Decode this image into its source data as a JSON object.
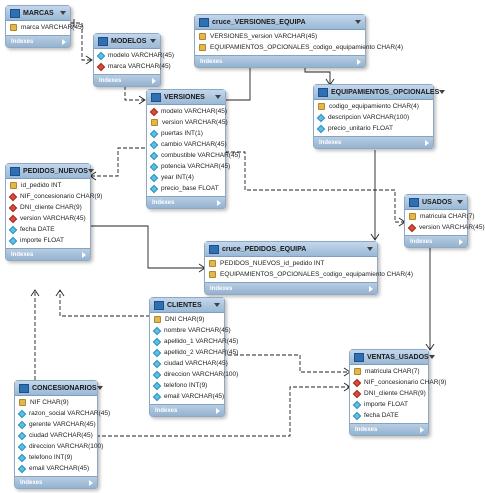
{
  "footer_label": "Indexes",
  "colors": {
    "header": "#a9c4e0",
    "key": "#e2b84a",
    "attribute": "#5dc0e6",
    "foreign_key": "#d94b3b",
    "line": "#222222"
  },
  "tables": [
    {
      "name": "MARCAS",
      "columns": [
        {
          "text": "marca VARCHAR(45)",
          "kind": "key"
        }
      ]
    },
    {
      "name": "MODELOS",
      "columns": [
        {
          "text": "modelo VARCHAR(45)",
          "kind": "attr"
        },
        {
          "text": "marca VARCHAR(45)",
          "kind": "fk"
        }
      ]
    },
    {
      "name": "cruce_VERSIONES_EQUIPA",
      "columns": [
        {
          "text": "VERSIONES_version VARCHAR(45)",
          "kind": "key"
        },
        {
          "text": "EQUIPAMIENTOS_OPCIONALES_codigo_equipamiento CHAR(4)",
          "kind": "key"
        }
      ]
    },
    {
      "name": "VERSIONES",
      "columns": [
        {
          "text": "modelo VARCHAR(45)",
          "kind": "fk"
        },
        {
          "text": "version VARCHAR(45)",
          "kind": "key"
        },
        {
          "text": "puertas INT(1)",
          "kind": "attr"
        },
        {
          "text": "cambio VARCHAR(45)",
          "kind": "attr"
        },
        {
          "text": "combustible VARCHAR(45)",
          "kind": "attr"
        },
        {
          "text": "potencia VARCHAR(45)",
          "kind": "attr"
        },
        {
          "text": "year INT(4)",
          "kind": "attr"
        },
        {
          "text": "precio_base FLOAT",
          "kind": "attr"
        }
      ]
    },
    {
      "name": "EQUIPAMIENTOS_OPCIONALES",
      "columns": [
        {
          "text": "codigo_equipamiento CHAR(4)",
          "kind": "key"
        },
        {
          "text": "descripcion VARCHAR(100)",
          "kind": "attr"
        },
        {
          "text": "precio_unitario FLOAT",
          "kind": "attr"
        }
      ]
    },
    {
      "name": "PEDIDOS_NUEVOS",
      "columns": [
        {
          "text": "id_pedido INT",
          "kind": "key"
        },
        {
          "text": "NIF_concesionario CHAR(9)",
          "kind": "fk"
        },
        {
          "text": "DNI_cliente CHAR(9)",
          "kind": "fk"
        },
        {
          "text": "version VARCHAR(45)",
          "kind": "fk"
        },
        {
          "text": "fecha DATE",
          "kind": "attr"
        },
        {
          "text": "importe FLOAT",
          "kind": "attr"
        }
      ]
    },
    {
      "name": "USADOS",
      "columns": [
        {
          "text": "matricula CHAR(7)",
          "kind": "key"
        },
        {
          "text": "version VARCHAR(45)",
          "kind": "fk"
        }
      ]
    },
    {
      "name": "cruce_PEDIDOS_EQUIPA",
      "columns": [
        {
          "text": "PEDIDOS_NUEVOS_id_pedido INT",
          "kind": "key"
        },
        {
          "text": "EQUIPAMIENTOS_OPCIONALES_codigo_equipamiento CHAR(4)",
          "kind": "key"
        }
      ]
    },
    {
      "name": "CLIENTES",
      "columns": [
        {
          "text": "DNI CHAR(9)",
          "kind": "key"
        },
        {
          "text": "nombre VARCHAR(45)",
          "kind": "attr"
        },
        {
          "text": "apellido_1 VARCHAR(45)",
          "kind": "attr"
        },
        {
          "text": "apellido_2 VARCHAR(45)",
          "kind": "attr"
        },
        {
          "text": "ciudad VARCHAR(45)",
          "kind": "attr"
        },
        {
          "text": "direccion VARCHAR(100)",
          "kind": "attr"
        },
        {
          "text": "telefono INT(9)",
          "kind": "attr"
        },
        {
          "text": "email VARCHAR(45)",
          "kind": "attr"
        }
      ]
    },
    {
      "name": "VENTAS_USADOS",
      "columns": [
        {
          "text": "matricula CHAR(7)",
          "kind": "key"
        },
        {
          "text": "NIF_concesionario CHAR(9)",
          "kind": "fk"
        },
        {
          "text": "DNI_cliente CHAR(9)",
          "kind": "fk"
        },
        {
          "text": "importe FLOAT",
          "kind": "attr"
        },
        {
          "text": "fecha DATE",
          "kind": "attr"
        }
      ]
    },
    {
      "name": "CONCESIONARIOS",
      "columns": [
        {
          "text": "NIF CHAR(9)",
          "kind": "key"
        },
        {
          "text": "razon_social VARCHAR(45)",
          "kind": "attr"
        },
        {
          "text": "gerente VARCHAR(45)",
          "kind": "attr"
        },
        {
          "text": "ciudad VARCHAR(45)",
          "kind": "attr"
        },
        {
          "text": "direccion VARCHAR(100)",
          "kind": "attr"
        },
        {
          "text": "telefono INT(9)",
          "kind": "attr"
        },
        {
          "text": "email VARCHAR(45)",
          "kind": "attr"
        }
      ]
    }
  ]
}
